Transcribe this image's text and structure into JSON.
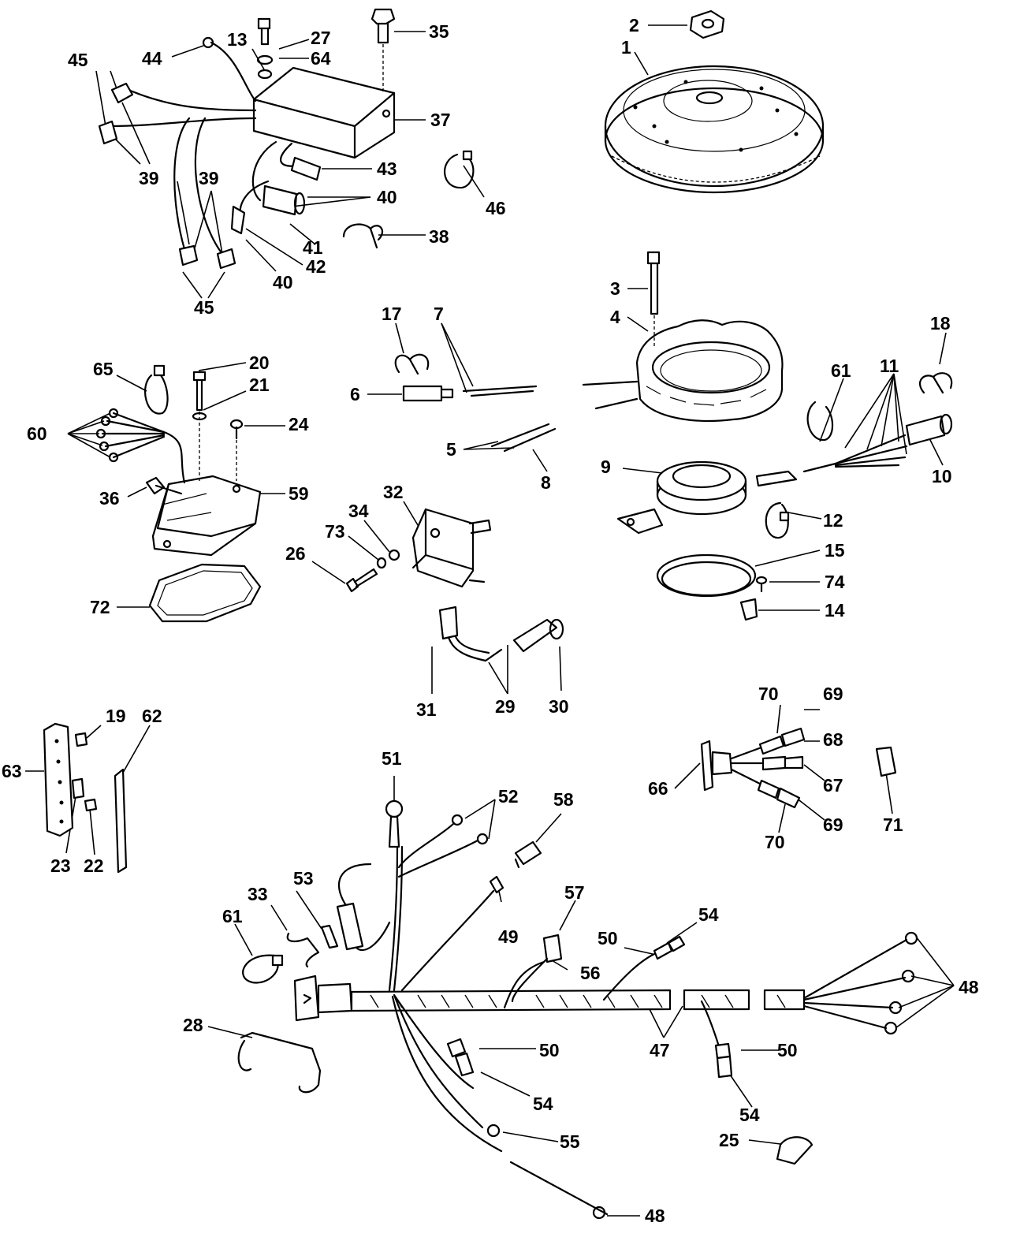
{
  "callouts": [
    {
      "id": "c1",
      "text": "1"
    },
    {
      "id": "c2",
      "text": "2"
    },
    {
      "id": "c3",
      "text": "3"
    },
    {
      "id": "c4",
      "text": "4"
    },
    {
      "id": "c5",
      "text": "5"
    },
    {
      "id": "c6",
      "text": "6"
    },
    {
      "id": "c7",
      "text": "7"
    },
    {
      "id": "c8",
      "text": "8"
    },
    {
      "id": "c9",
      "text": "9"
    },
    {
      "id": "c10",
      "text": "10"
    },
    {
      "id": "c11",
      "text": "11"
    },
    {
      "id": "c12",
      "text": "12"
    },
    {
      "id": "c13",
      "text": "13"
    },
    {
      "id": "c14",
      "text": "14"
    },
    {
      "id": "c15",
      "text": "15"
    },
    {
      "id": "c17",
      "text": "17"
    },
    {
      "id": "c18",
      "text": "18"
    },
    {
      "id": "c19",
      "text": "19"
    },
    {
      "id": "c20",
      "text": "20"
    },
    {
      "id": "c21",
      "text": "21"
    },
    {
      "id": "c22",
      "text": "22"
    },
    {
      "id": "c23",
      "text": "23"
    },
    {
      "id": "c24",
      "text": "24"
    },
    {
      "id": "c25",
      "text": "25"
    },
    {
      "id": "c26",
      "text": "26"
    },
    {
      "id": "c27",
      "text": "27"
    },
    {
      "id": "c28",
      "text": "28"
    },
    {
      "id": "c29",
      "text": "29"
    },
    {
      "id": "c30",
      "text": "30"
    },
    {
      "id": "c31",
      "text": "31"
    },
    {
      "id": "c32",
      "text": "32"
    },
    {
      "id": "c33",
      "text": "33"
    },
    {
      "id": "c34",
      "text": "34"
    },
    {
      "id": "c35",
      "text": "35"
    },
    {
      "id": "c36",
      "text": "36"
    },
    {
      "id": "c37",
      "text": "37"
    },
    {
      "id": "c38",
      "text": "38"
    },
    {
      "id": "c39a",
      "text": "39"
    },
    {
      "id": "c39b",
      "text": "39"
    },
    {
      "id": "c40a",
      "text": "40"
    },
    {
      "id": "c40b",
      "text": "40"
    },
    {
      "id": "c41",
      "text": "41"
    },
    {
      "id": "c42",
      "text": "42"
    },
    {
      "id": "c43",
      "text": "43"
    },
    {
      "id": "c44",
      "text": "44"
    },
    {
      "id": "c45a",
      "text": "45"
    },
    {
      "id": "c45b",
      "text": "45"
    },
    {
      "id": "c46",
      "text": "46"
    },
    {
      "id": "c47",
      "text": "47"
    },
    {
      "id": "c48a",
      "text": "48"
    },
    {
      "id": "c48b",
      "text": "48"
    },
    {
      "id": "c49",
      "text": "49"
    },
    {
      "id": "c50a",
      "text": "50"
    },
    {
      "id": "c50b",
      "text": "50"
    },
    {
      "id": "c50c",
      "text": "50"
    },
    {
      "id": "c51",
      "text": "51"
    },
    {
      "id": "c52",
      "text": "52"
    },
    {
      "id": "c53",
      "text": "53"
    },
    {
      "id": "c54a",
      "text": "54"
    },
    {
      "id": "c54b",
      "text": "54"
    },
    {
      "id": "c54c",
      "text": "54"
    },
    {
      "id": "c55",
      "text": "55"
    },
    {
      "id": "c56",
      "text": "56"
    },
    {
      "id": "c57",
      "text": "57"
    },
    {
      "id": "c58",
      "text": "58"
    },
    {
      "id": "c59",
      "text": "59"
    },
    {
      "id": "c60",
      "text": "60"
    },
    {
      "id": "c61a",
      "text": "61"
    },
    {
      "id": "c61b",
      "text": "61"
    },
    {
      "id": "c62",
      "text": "62"
    },
    {
      "id": "c63",
      "text": "63"
    },
    {
      "id": "c64",
      "text": "64"
    },
    {
      "id": "c65",
      "text": "65"
    },
    {
      "id": "c66",
      "text": "66"
    },
    {
      "id": "c67",
      "text": "67"
    },
    {
      "id": "c68",
      "text": "68"
    },
    {
      "id": "c69a",
      "text": "69"
    },
    {
      "id": "c69b",
      "text": "69"
    },
    {
      "id": "c70a",
      "text": "70"
    },
    {
      "id": "c70b",
      "text": "70"
    },
    {
      "id": "c71",
      "text": "71"
    },
    {
      "id": "c72",
      "text": "72"
    },
    {
      "id": "c73",
      "text": "73"
    },
    {
      "id": "c74",
      "text": "74"
    }
  ]
}
